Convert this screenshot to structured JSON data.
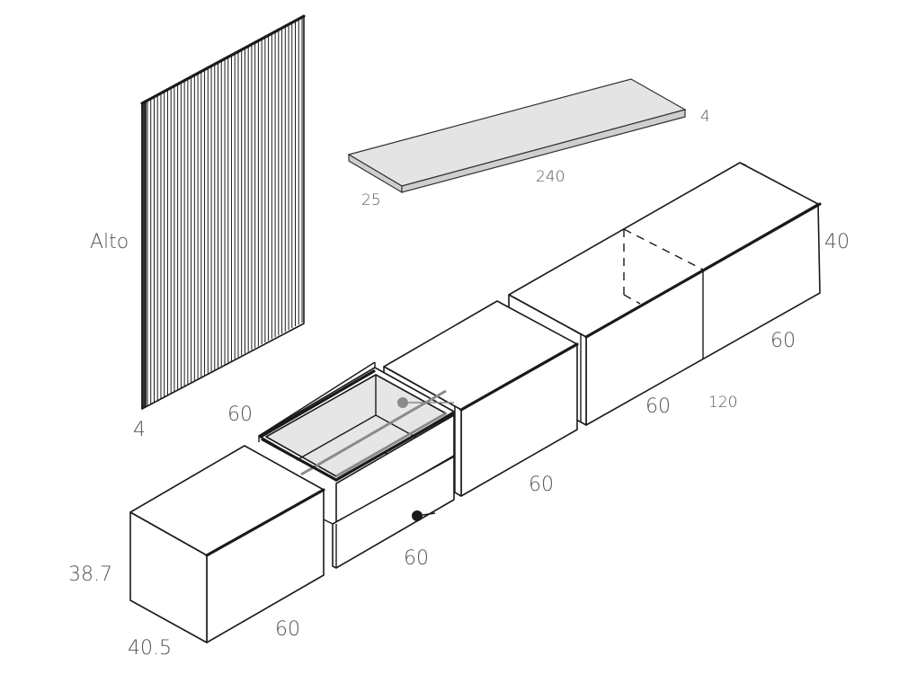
{
  "labels": {
    "panel_height": "Alto",
    "panel_thickness": "4",
    "shelf_length": "240",
    "shelf_depth": "25",
    "shelf_thickness": "4",
    "cube_height": "38.7",
    "cube_depth": "40.5",
    "cube_width": "60",
    "glass_box_depth": "60",
    "drawer_width": "60",
    "middle_cube_width": "60",
    "long_unit_height": "40",
    "long_unit_right_module": "60",
    "long_unit_left_module": "60",
    "long_unit_total": "120"
  },
  "colors": {
    "line": "#1a1a1a",
    "label": "#555555",
    "shelf_top": "#e4e4e4",
    "shelf_side": "#cfcfcf",
    "glass": "#e6e6e6",
    "glass_edge": "#8a8a8a"
  }
}
